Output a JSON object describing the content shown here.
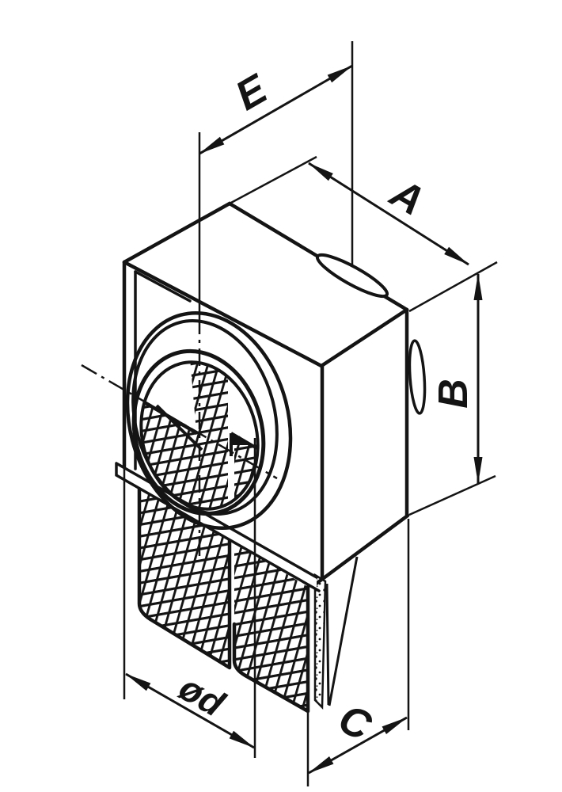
{
  "drawing": {
    "title": "Isometric dimensional drawing of a box fan / filter unit",
    "type": "technical-line-drawing",
    "labels": {
      "e": "E",
      "a": "A",
      "b": "B",
      "c": "C",
      "diameter": "ød"
    }
  },
  "colors": {
    "ink": "#141414",
    "paper": "#ffffff"
  }
}
